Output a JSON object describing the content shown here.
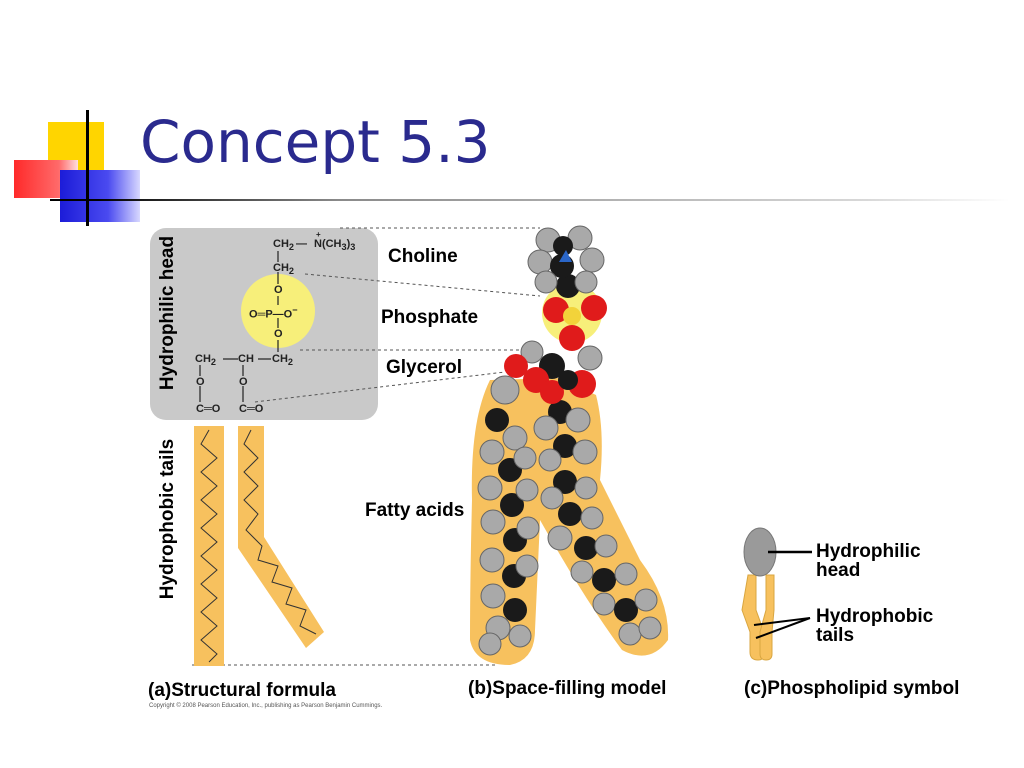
{
  "slide": {
    "title": "Concept 5.3"
  },
  "figure": {
    "labels": {
      "hydrophilic_head": "Hydrophilic head",
      "hydrophobic_tails": "Hydrophobic tails",
      "choline": "Choline",
      "phosphate": "Phosphate",
      "glycerol": "Glycerol",
      "fatty_acids": "Fatty acids"
    },
    "chemistry": {
      "ch2_top": "CH",
      "ch2_top_sub": "2",
      "dash": "—",
      "n_plus": "+",
      "n_group": "N(CH",
      "n_sub": "3",
      "n_close": ")",
      "n_close_sub": "3",
      "ch2_second": "CH",
      "ch2_second_sub": "2",
      "o_upper": "O",
      "phosphate_row": "O═P—O",
      "phosphate_minus": "−",
      "o_lower": "O",
      "glycerol_left": "CH",
      "glycerol_left_sub": "2",
      "glycerol_mid": "CH",
      "glycerol_right": "CH",
      "glycerol_right_sub": "2",
      "ester_o_left": "O",
      "ester_o_right": "O",
      "carbonyl_left": "C═O",
      "carbonyl_right": "C═O"
    },
    "symbol": {
      "head_label_line1": "Hydrophilic",
      "head_label_line2": "head",
      "tail_label_line1": "Hydrophobic",
      "tail_label_line2": "tails"
    },
    "captions": {
      "a_letter": "(a)",
      "a_text": "Structural formula",
      "b_letter": "(b)",
      "b_text": "Space-filling model",
      "c_letter": "(c)",
      "c_text": "Phospholipid symbol"
    },
    "copyright": "Copyright © 2008 Pearson Education, Inc., publishing as Pearson Benjamin Cummings."
  },
  "colors": {
    "title": "#2a2a8e",
    "tail_fill": "#f7c15e",
    "head_box": "#c9c9c9",
    "phosphate_circle": "#f7ef7a",
    "oxygen": "#e01b1b",
    "hydrogen": "#a9a9a9",
    "carbon": "#1a1a1a",
    "nitrogen": "#2a66c8"
  }
}
